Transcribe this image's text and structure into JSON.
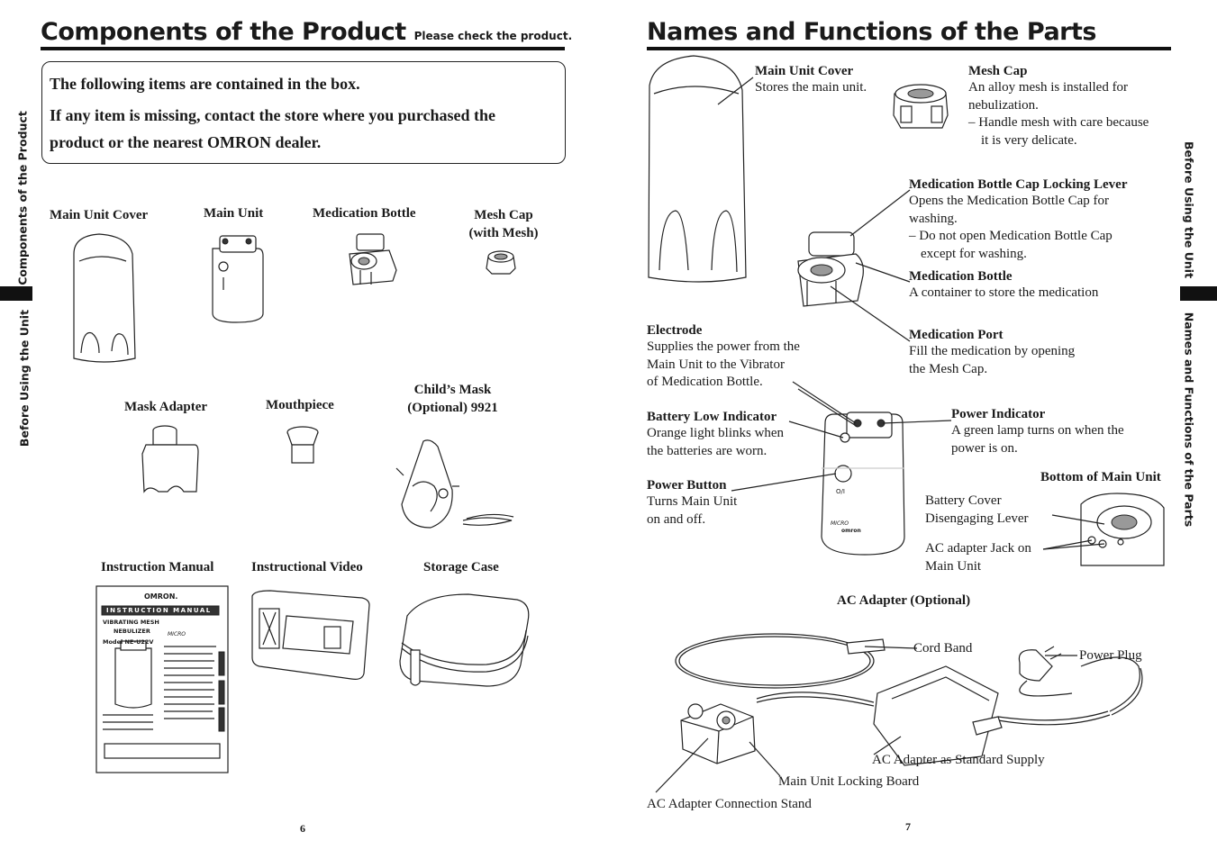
{
  "left_page": {
    "title": "Components of the Product",
    "subtitle": "Please check the product",
    "subtitle_suffix": ".",
    "box": {
      "line1": "The following items are contained in the box.",
      "line2": "If any item is missing, contact the store where you purchased the product or the nearest OMRON dealer."
    },
    "items": {
      "main_unit_cover": "Main Unit Cover",
      "main_unit": "Main Unit",
      "medication_bottle": "Medication Bottle",
      "mesh_cap_1": "Mesh Cap",
      "mesh_cap_2": "(with Mesh)",
      "mask_adapter": "Mask Adapter",
      "mouthpiece": "Mouthpiece",
      "childs_mask_1": "Child’s Mask",
      "childs_mask_2": "(Optional) 9921",
      "instruction_manual": "Instruction Manual",
      "instructional_video": "Instructional Video",
      "storage_case": "Storage Case"
    },
    "manual_cover": {
      "brand": "OMRON.",
      "band": "INSTRUCTION MANUAL",
      "line1": "VIBRATING MESH",
      "line2": "NEBULIZER",
      "model": "Model NE-U22V",
      "logo": "MICRO"
    },
    "side_tab": {
      "upper": "Components of the Product",
      "lower": "Before Using the Unit"
    },
    "page_number": "6"
  },
  "right_page": {
    "title": "Names and Functions of the Parts",
    "parts": {
      "main_unit_cover": {
        "name": "Main Unit Cover",
        "desc": "Stores the main unit."
      },
      "mesh_cap": {
        "name": "Mesh Cap",
        "desc_1": "An alloy mesh is installed for",
        "desc_2": "nebulization.",
        "note_1": "– Handle mesh with care because",
        "note_2": "it is very delicate."
      },
      "cap_lever": {
        "name": "Medication Bottle Cap Locking Lever",
        "desc_1": "Opens the Medication Bottle Cap for",
        "desc_2": "washing.",
        "note_1": "– Do not open Medication Bottle Cap",
        "note_2": "except for washing."
      },
      "medication_bottle": {
        "name": "Medication Bottle",
        "desc": "A container to store the medication"
      },
      "medication_port": {
        "name": "Medication Port",
        "desc_1": "Fill the medication by opening",
        "desc_2": "the Mesh Cap."
      },
      "electrode": {
        "name": "Electrode",
        "desc_1": "Supplies the power from the",
        "desc_2": "Main Unit to the Vibrator",
        "desc_3": "of Medication Bottle."
      },
      "battery_low": {
        "name": "Battery Low Indicator",
        "desc_1": "Orange light blinks when",
        "desc_2": "the batteries are worn."
      },
      "power_indicator": {
        "name": "Power Indicator",
        "desc_1": "A green lamp turns on when the",
        "desc_2": "power is on."
      },
      "power_button": {
        "name": "Power Button",
        "desc_1": "Turns Main Unit",
        "desc_2": "on and off."
      },
      "bottom_heading": "Bottom of Main Unit",
      "battery_cover_1": "Battery Cover",
      "battery_cover_2": "Disengaging Lever",
      "ac_jack_1": "AC adapter Jack on",
      "ac_jack_2": "Main Unit"
    },
    "ac_adapter": {
      "heading": "AC Adapter (Optional)",
      "cord_band": "Cord Band",
      "power_plug": "Power Plug",
      "standard_supply": "AC Adapter as Standard Supply",
      "locking_board": "Main Unit Locking Board",
      "connection_stand": "AC Adapter Connection Stand"
    },
    "unit_marks": {
      "power_symbol": "O/I",
      "logo": "MICRO",
      "brand": "omron"
    },
    "side_tab": {
      "upper": "Before Using the Unit",
      "lower": "Names and Functions of the Parts"
    },
    "page_number": "7"
  }
}
